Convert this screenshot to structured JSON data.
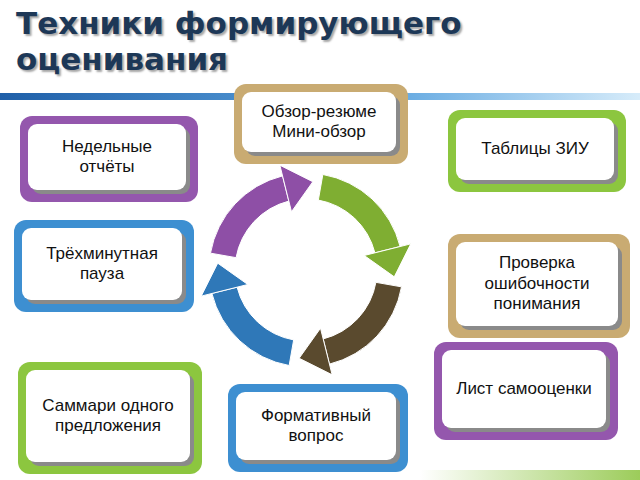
{
  "diagram": {
    "title": "Техники формирующего оценивания",
    "nodes": [
      {
        "text": [
          "Обзор-резюме Мини-обзор"
        ]
      },
      {
        "text": [
          "Недельные отчёты"
        ]
      },
      {
        "text": [
          "Таблицы ЗИУ"
        ]
      },
      {
        "text": [
          "Трёхминутная пауза"
        ]
      },
      {
        "text": [
          "Проверка ошибочности понимания"
        ]
      },
      {
        "text": [
          "Лист самооценки"
        ]
      },
      {
        "text": [
          "Саммари одного предложения"
        ]
      },
      {
        "text": [
          "Формативный вопрос"
        ]
      }
    ]
  }
}
